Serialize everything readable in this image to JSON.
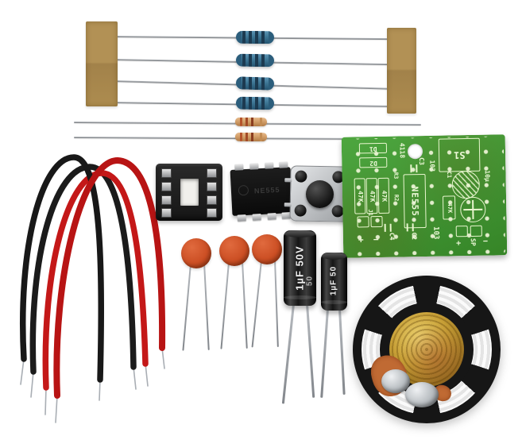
{
  "colors": {
    "background": "#ffffff",
    "tape_brown": "#ad8c4f",
    "metal_film_resistor_blue": "#3d7694",
    "carbon_film_resistor_tan": "#d09c66",
    "wire_red": "#c41818",
    "wire_black": "#1b1b1b",
    "pcb_green": "#3e9232",
    "silkscreen_white": "#edf8d8",
    "ceramic_capacitor_orange": "#cc4f24",
    "electrolytic_black": "#161616",
    "speaker_dome_gold": "#c79f36"
  },
  "pcb": {
    "silkscreen": {
      "d1": "D1",
      "d2": "D2",
      "serial": "4118",
      "c3": "C3",
      "c3_value": "103",
      "r3": "R3",
      "r2": "R2",
      "r47k_a": "47K",
      "r47k_b": "47K",
      "r47k_c": "47K",
      "r47k_d": "47K",
      "ic": "NE555",
      "s1": "S1",
      "c1": "C1",
      "c1_value": "10µ",
      "j1": "J1",
      "j1_plus": "+",
      "j1_minus": "−",
      "c4": "C4",
      "c2": "C2",
      "c2_value": "103",
      "sp": "SP",
      "sp_plus": "+",
      "sp_minus": "−"
    }
  },
  "ic": {
    "marking": "NE555"
  },
  "capacitors": {
    "large_marking": "1µF 50V",
    "large_side_marking": "50",
    "small_marking": "1µF 50"
  }
}
